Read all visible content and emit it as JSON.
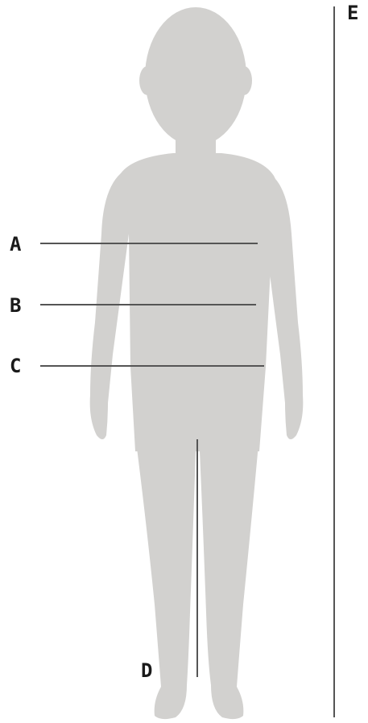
{
  "labels": {
    "a": "A",
    "b": "B",
    "c": "C",
    "d": "D",
    "e": "E"
  },
  "colors": {
    "silhouette": "#d2d1cf",
    "measure_line": "#555555",
    "label_text": "#1a1a1a",
    "background": "#ffffff"
  }
}
